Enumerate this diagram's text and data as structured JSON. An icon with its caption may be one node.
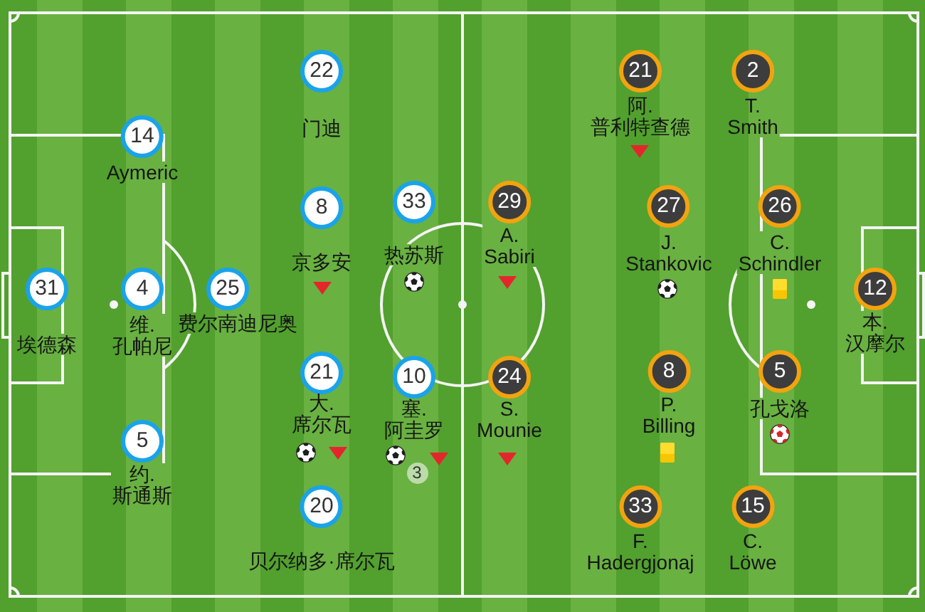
{
  "diagram": {
    "nodes": [
      {
        "text": [
          "31"
        ],
        "beside": [
          "埃德森"
        ]
      },
      {
        "text": [
          "14"
        ],
        "beside": [
          "Aymeric"
        ]
      },
      {
        "text": [
          "4"
        ],
        "beside": [
          "维.孔帕尼"
        ]
      },
      {
        "text": [
          "5"
        ],
        "beside": [
          "约.斯通斯"
        ]
      },
      {
        "text": [
          "25"
        ],
        "beside": [
          "费尔南迪尼奥"
        ]
      },
      {
        "text": [
          "22"
        ],
        "beside": [
          "门迪"
        ]
      },
      {
        "text": [
          "8"
        ],
        "beside": [
          "京多安"
        ]
      },
      {
        "text": [
          "21"
        ],
        "beside": [
          "大.席尔瓦"
        ]
      },
      {
        "text": [
          "20"
        ],
        "beside": [
          "贝尔纳多·席尔瓦"
        ]
      },
      {
        "text": [
          "33"
        ],
        "beside": [
          "热苏斯"
        ]
      },
      {
        "text": [
          "10"
        ],
        "beside": [
          "塞.阿圭罗"
        ]
      },
      {
        "text": [
          "29"
        ],
        "beside": [
          "A. Sabiri"
        ]
      },
      {
        "text": [
          "24"
        ],
        "beside": [
          "S. Mounie"
        ]
      },
      {
        "text": [
          "21"
        ],
        "beside": [
          "阿.普利特查德"
        ]
      },
      {
        "text": [
          "33"
        ],
        "beside": [
          "F. Hadergjonaj"
        ]
      },
      {
        "text": [
          "27"
        ],
        "beside": [
          "J. Stankovic"
        ]
      },
      {
        "text": [
          "8"
        ],
        "beside": [
          "P. Billing"
        ]
      },
      {
        "text": [
          "2"
        ],
        "beside": [
          "T. Smith"
        ]
      },
      {
        "text": [
          "15"
        ],
        "beside": [
          "C. Löwe"
        ]
      },
      {
        "text": [
          "26"
        ],
        "beside": [
          "C. Schindler"
        ]
      },
      {
        "text": [
          "5"
        ],
        "beside": [
          "孔戈洛"
        ]
      },
      {
        "text": [
          "12"
        ],
        "beside": [
          "本.汉摩尔"
        ]
      }
    ],
    "labels": [
      "3"
    ]
  }
}
